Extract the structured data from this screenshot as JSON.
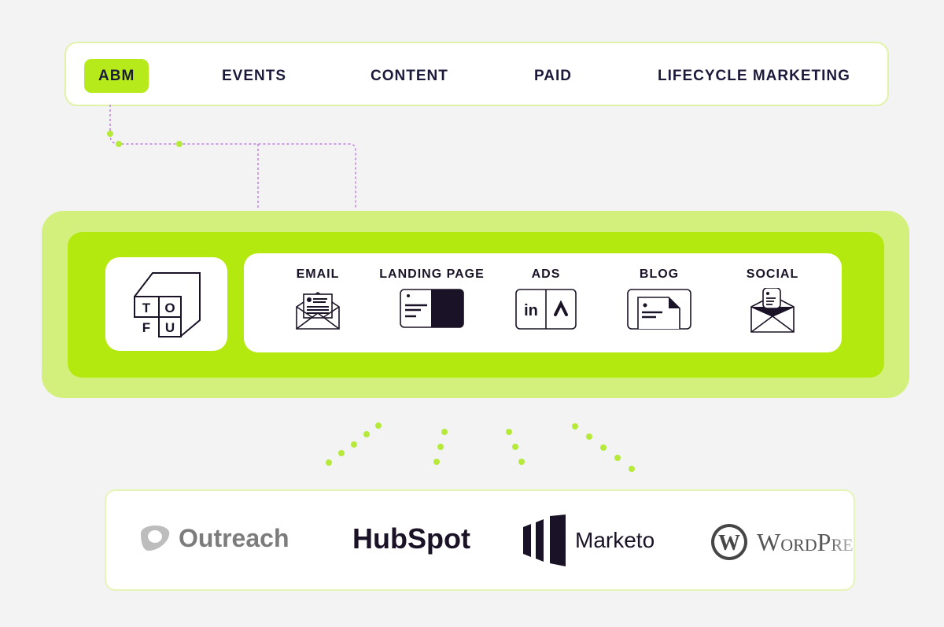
{
  "nav": {
    "tabs": [
      {
        "label": "ABM",
        "active": true
      },
      {
        "label": "EVENTS"
      },
      {
        "label": "CONTENT"
      },
      {
        "label": "PAID"
      },
      {
        "label": "LIFECYCLE MARKETING"
      }
    ]
  },
  "brand": {
    "letters": [
      "T",
      "O",
      "F",
      "U"
    ]
  },
  "channels": [
    {
      "label": "EMAIL",
      "icon": "email-envelope-icon"
    },
    {
      "label": "LANDING PAGE",
      "icon": "landing-page-icon"
    },
    {
      "label": "ADS",
      "icon": "ads-icon",
      "sub": [
        "in"
      ]
    },
    {
      "label": "BLOG",
      "icon": "blog-doc-icon"
    },
    {
      "label": "SOCIAL",
      "icon": "social-envelope-icon"
    }
  ],
  "integrations": [
    "Outreach",
    "HubSpot",
    "Marketo",
    "WordPress"
  ],
  "colors": {
    "accent": "#b4e90f",
    "accent_light": "#d4f07c",
    "connector": "#c27fe0",
    "dot": "#b6ea3a"
  }
}
